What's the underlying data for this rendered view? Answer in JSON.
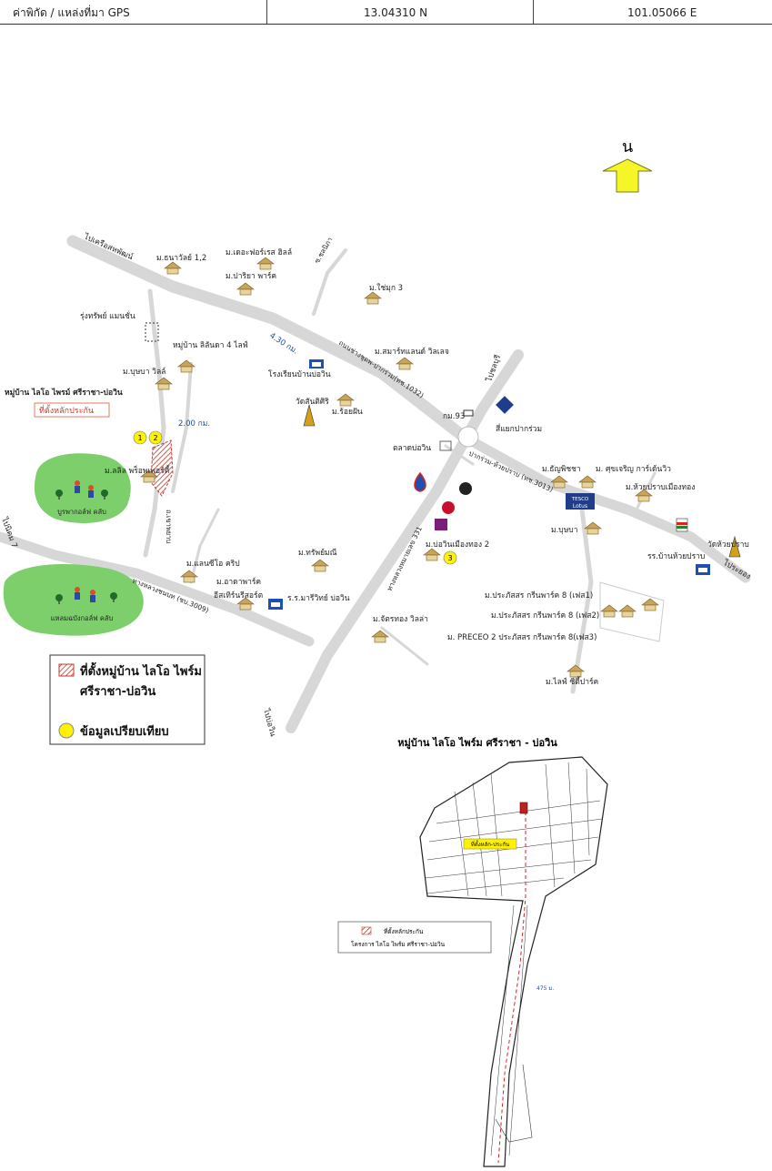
{
  "gps": {
    "label": "ค่าพิกัด / แหล่งที่มา GPS",
    "lat": "13.04310 N",
    "lon": "101.05066 E"
  },
  "north": {
    "label": "น",
    "color": "#f5f527"
  },
  "distances": {
    "d1": "4.30 กม.",
    "d2": "2.00 กม."
  },
  "directions": {
    "to_khrue": "ไปเครือสหพัฒน์",
    "to_bowin": "ไปบ่อวิน",
    "to_rayong": "ไประยอง",
    "to_chon": "ไปชลบุรี",
    "to_pl7": "ไปนิคม 7"
  },
  "roads": {
    "r1032": "ถนนช่างชุดพ-ปากร่วม(ทช.1032)",
    "r3013": "ปากร่วม-ห้วยปราบ (ทช.3013)",
    "r331": "ทางหลวงหมายเลข 331",
    "r3009": "ทางหลวงชนบท (ชบ.3009)",
    "soi_cholnipa": "ซ.ชลนิภา",
    "soi_khao": "ถ.เขาพยาบ"
  },
  "places": {
    "thanawat": "ม.ธนาวัลย์ 1,2",
    "thaiphao": "ม.เดอะฟอร์เรส ฮิลล์",
    "pariya": "ม.ปาริยา พาร์ค",
    "saimuk": "ม.ใช่มุก 3",
    "rungsap": "รุ่งทรัพย์ แมนชั่น",
    "sindharma": "หมู่บ้าน ลิลันดา 4 ไลฟ์",
    "smartland": "ม.สมาร์ทแลนด์ วิลเลจ",
    "school_bowin": "โรงเรียนบ้านบ่อวิน",
    "busaba": "ม.บุษบา วิลล์",
    "project_name": "หมู่บ้าน ไลโอ ไพรม์ ศรีราชา-บ่อวิน",
    "collateral": "ที่ตั้งหลักประกัน",
    "wat_santi": "วัดสันติศิริ",
    "royfun": "ม.ร้อยฝัน",
    "km93": "กม.93",
    "junction": "สี่แยกปากร่วม",
    "market": "ตลาดบ่อวิน",
    "lalin": "ม.ลลิล พร็อพเพอร์ตี้",
    "burapa": "บูรพากอล์ฟ คลับ",
    "thanya": "ม.ธัญพิชชา",
    "suksan": "ม. ศุขเจริญ การ์เด้นวิว",
    "huaiprab_mueang": "ม.ห้วยปราบเมืองทอง",
    "bowin_mueang": "ม.บ่อวินเมืองทอง 2",
    "busba": "ม.บุษบา",
    "wat_huaiprab": "วัดห้วยปราบ",
    "school_huaiprab": "รร.บ้านห้วยปราบ",
    "landsea": "ม.แลนซีโอ คริป",
    "sapmanee": "ม.ทรัพย์มณี",
    "atapark": "ม.อาดาพาร์ค",
    "eastern_resort": "อีสเทิร์นรีสอร์ต",
    "school_mari": "ร.ร.มารีวิทย์ บ่อวิน",
    "laem_golf": "แหลมฉบังกอล์ฟ คลับ",
    "prakas1": "ม.ประภัสสร กรีนพาร์ค 8 (เฟส1)",
    "prakas2": "ม.ประภัสสร กรีนพาร์ค 8 (เฟส2)",
    "prakas3": "ม. PRECEO 2 ประภัสสร กรีนพาร์ค 8(เฟส3)",
    "jatrathong": "ม.จัตรทอง วิลล่า",
    "lifepark": "ม.ไลฟ์ ซิตี้ปาร์ค"
  },
  "badges": [
    "1",
    "2",
    "3"
  ],
  "tesco": {
    "top": "TESCO",
    "bottom": "Lotus"
  },
  "legend": {
    "item1": "ที่ตั้งหมู่บ้าน ไลโอ ไพร์ม",
    "item1b": "ศรีราชา-บ่อวิน",
    "item2": "ข้อมูลเปรียบเทียบ",
    "yellow": "#fff200"
  },
  "plan": {
    "title": "หมู่บ้าน ไลโอ ไพร์ม ศรีราชา - บ่อวิน",
    "legend_marker": "ที่ตั้งหลักประกัน",
    "legend_project": "โครงการ ไลโอ ไพร์ม ศรีราชา-บ่อวิน",
    "callout": "ที่ตั้งหลัก-ประกัน",
    "dist": "475 ม."
  }
}
